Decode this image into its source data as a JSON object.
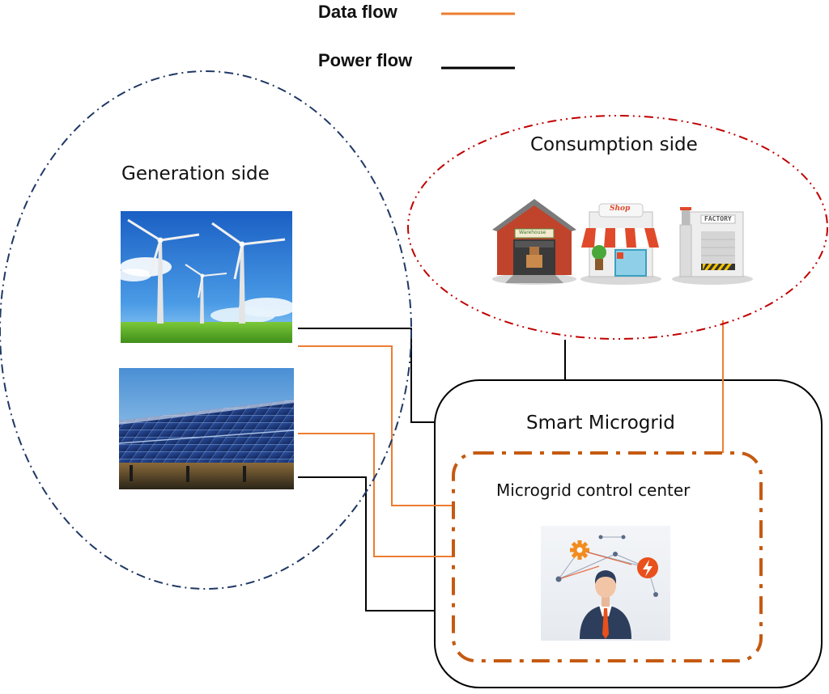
{
  "legend": {
    "data_flow_label": "Data flow",
    "power_flow_label": "Power flow"
  },
  "regions": {
    "generation_label": "Generation side",
    "consumption_label": "Consumption side"
  },
  "microgrid": {
    "title": "Smart Microgrid",
    "control_center_label": "Microgrid control center"
  },
  "building_signs": {
    "warehouse": "Warehouse",
    "shop": "Shop",
    "factory": "FACTORY"
  },
  "colors": {
    "data_flow": "#ed7d31",
    "power_flow": "#000000",
    "generation_border": "#1f3864",
    "consumption_border": "#c00000",
    "control_center_border": "#c55a11"
  },
  "icons": {
    "wind_turbines": "wind-turbine-photo",
    "solar_panels": "solar-panel-photo",
    "warehouse": "warehouse-icon",
    "shop": "shop-icon",
    "factory": "factory-icon",
    "control_center": "operator-gear-lightning-icon"
  }
}
